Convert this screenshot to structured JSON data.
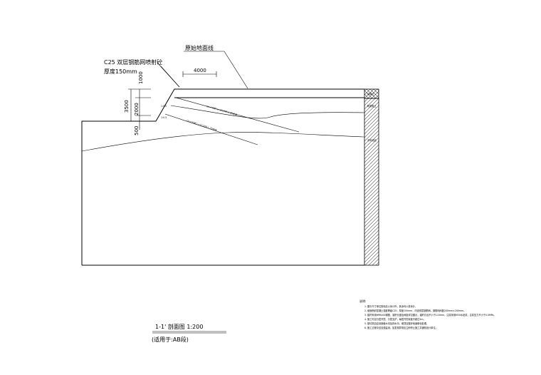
{
  "labels": {
    "ground_line": "原始地面线",
    "concrete_line1": "C25  双层钢筋网喷射砼",
    "concrete_line2": "厚度150mm"
  },
  "dimensions": {
    "horizontal": "4000",
    "d1": "1000",
    "d2": "2000",
    "d3": "3500",
    "d4": "500"
  },
  "anchors": {
    "anchor_upper": "Cn=ЧЭЙ L=10,000  L  25@@",
    "anchor_lower": "Cn=ЧЭЙ L=10,000  L  25@@"
  },
  "slope_note": "1:0.5",
  "column_notes": {
    "top": "杂填土",
    "mid": "粉质黏土",
    "low": "中风化岩"
  },
  "title_block": {
    "title": "1-1' 剖面图    1:200",
    "subtitle": "(适用于:AB段)"
  },
  "notes": {
    "heading": "说明:",
    "items": [
      "1. 图中尺寸单位除标高以米计外，其余均以毫米计。",
      "2. 坡面喷射混凝土强度等级C25，厚度150mm，内设双层钢筋网，钢筋网间距200mm×200mm。",
      "3. 锚杆采用HRB400钢筋，锚杆长度及间距详见图示，锚杆孔径不小于110mm，注浆采用M30水泥浆，注浆压力不小于0.5MPa。",
      "4. 施工时应分层开挖、分层支护，每层开挖深度不超过2m。",
      "5. 基坑周边应设置截水沟及排水沟，坡顶应做好地面硬化处理。",
      "6. 施工过程中应加强监测，如发现异常应立即停止施工并通知设计单位。"
    ]
  }
}
